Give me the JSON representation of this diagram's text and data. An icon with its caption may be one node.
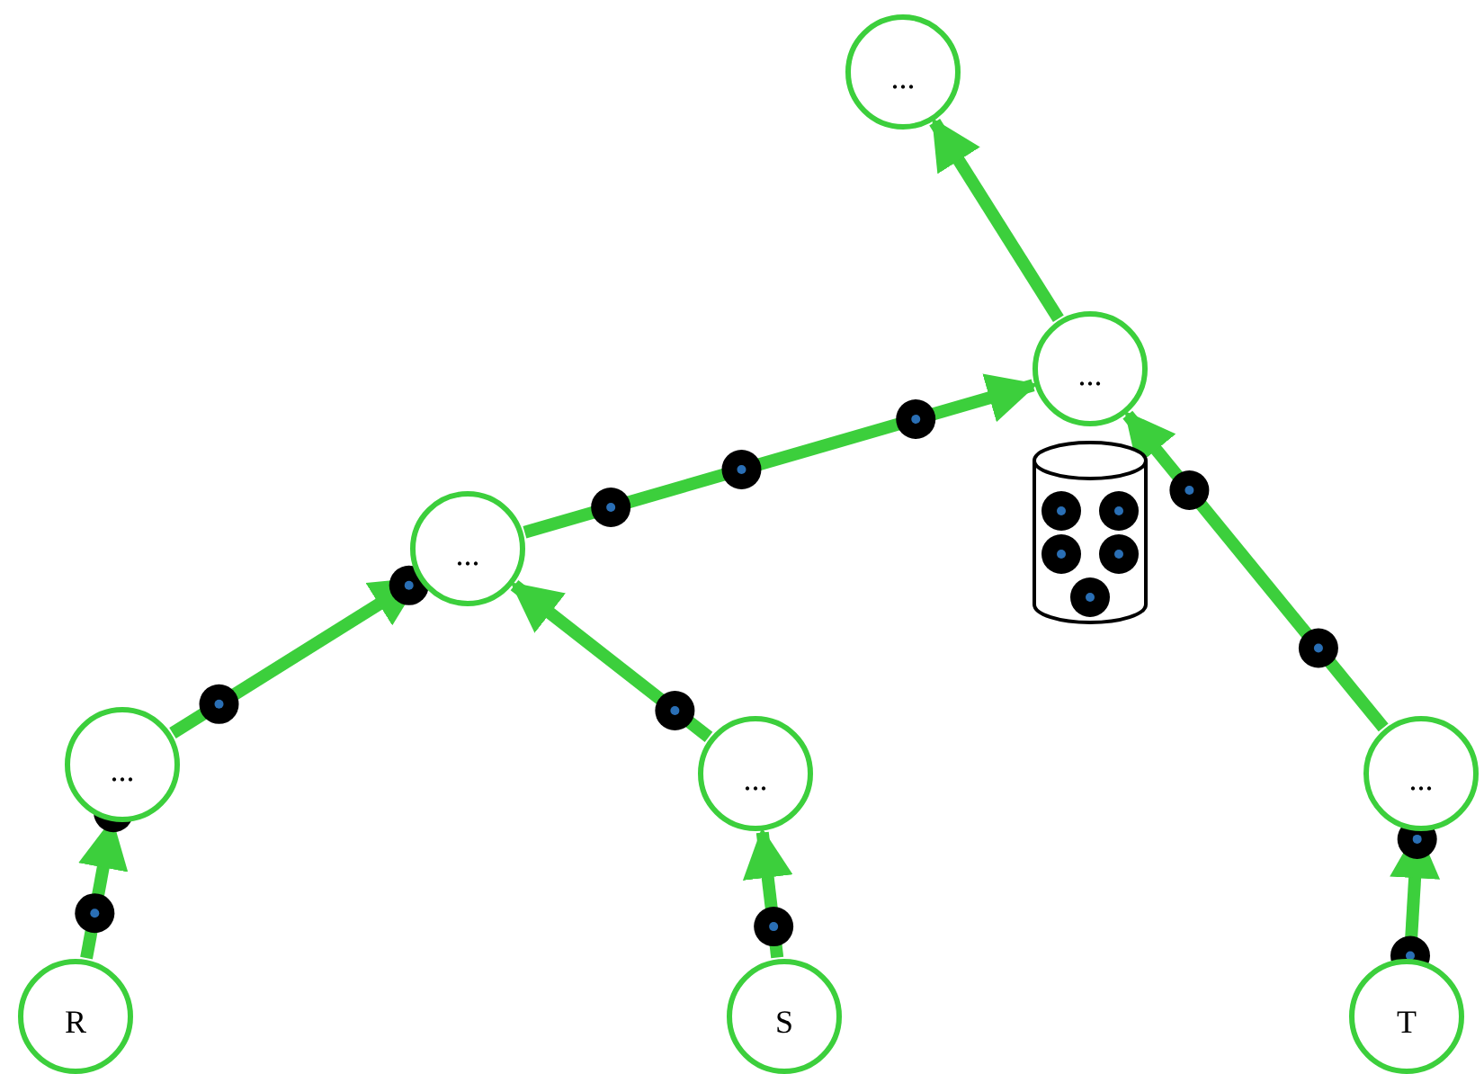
{
  "diagram": {
    "nodes": [
      {
        "text": [
          "..."
        ]
      },
      {
        "text": [
          "..."
        ]
      },
      {
        "text": [],
        "shape": "cylinder"
      },
      {
        "text": [
          "..."
        ]
      },
      {
        "text": [
          "..."
        ]
      },
      {
        "text": [
          "..."
        ]
      },
      {
        "text": [
          "..."
        ]
      },
      {
        "text": [
          "R"
        ]
      },
      {
        "text": [
          "S"
        ]
      },
      {
        "text": [
          "T"
        ]
      }
    ],
    "edges": [
      {
        "from": 7,
        "to": 4,
        "arrow": "to"
      },
      {
        "from": 8,
        "to": 5,
        "arrow": "to"
      },
      {
        "from": 9,
        "to": 6,
        "arrow": "to"
      },
      {
        "from": 4,
        "to": 3,
        "arrow": "to"
      },
      {
        "from": 5,
        "to": 3,
        "arrow": "to"
      },
      {
        "from": 3,
        "to": 1,
        "arrow": "to"
      },
      {
        "from": 6,
        "to": 1,
        "arrow": "to"
      },
      {
        "from": 1,
        "to": 0,
        "arrow": "to"
      }
    ]
  }
}
